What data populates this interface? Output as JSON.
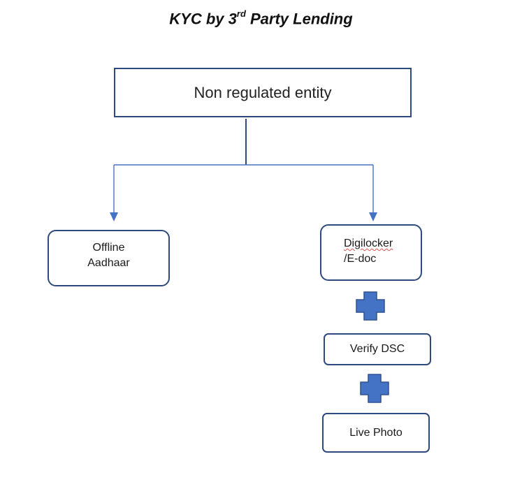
{
  "title": {
    "prefix": "KYC by 3",
    "superscript": "rd",
    "suffix": " Party Lending"
  },
  "nodes": {
    "root": "Non regulated entity",
    "offline_line1": "Offline",
    "offline_line2": "Aadhaar",
    "digi_line1": "Digilocker",
    "digi_line2": "/E-doc",
    "dsc": "Verify DSC",
    "photo": "Live Photo"
  },
  "colors": {
    "box_border": "#2e4a7d",
    "connector": "#4a72c4",
    "plus_fill": "#4472c4",
    "plus_stroke": "#2f528f"
  },
  "icons": {
    "arrow": "arrow-down-icon",
    "plus": "plus-icon"
  }
}
